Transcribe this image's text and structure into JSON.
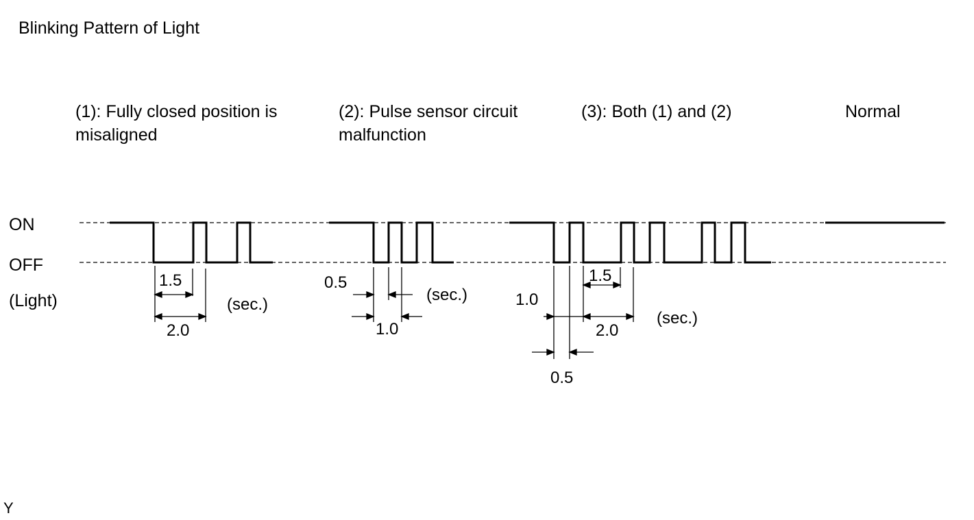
{
  "title": "Blinking Pattern of Light",
  "patterns": [
    {
      "label": "(1): Fully closed position is misaligned"
    },
    {
      "label": "(2): Pulse sensor circuit malfunction"
    },
    {
      "label": "(3): Both (1) and (2)"
    },
    {
      "label": "Normal"
    }
  ],
  "axis": {
    "on": "ON",
    "off": "OFF",
    "light": "(Light)"
  },
  "dimensions": {
    "p1": {
      "off_time": "1.5",
      "period": "2.0",
      "unit": "(sec.)"
    },
    "p2": {
      "on_time": "0.5",
      "period": "1.0",
      "unit": "(sec.)"
    },
    "p3": {
      "long_off": "1.5",
      "long_period": "2.0",
      "short_period": "1.0",
      "short_on": "0.5",
      "unit": "(sec.)"
    }
  },
  "figure_code": "Y"
}
